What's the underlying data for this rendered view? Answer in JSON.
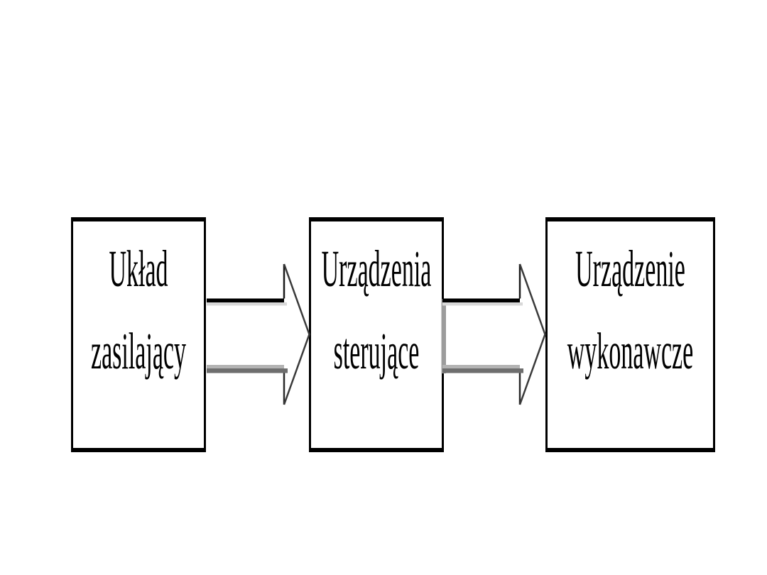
{
  "diagram": {
    "type": "block-flow-diagram",
    "language": "pl",
    "blocks": [
      {
        "id": "power-supply",
        "label_line1": "Układ",
        "label_line2": "zasilający"
      },
      {
        "id": "control-devices",
        "label_line1": "Urządzenia",
        "label_line2": "sterujące"
      },
      {
        "id": "actuator",
        "label_line1": "Urządzenie",
        "label_line2": "wykonawcze"
      }
    ],
    "arrows": [
      {
        "id": "arrow-power-to-control",
        "from": "power-supply",
        "to": "control-devices",
        "direction": "right"
      },
      {
        "id": "arrow-control-to-actuator",
        "from": "control-devices",
        "to": "actuator",
        "direction": "right"
      }
    ],
    "colors": {
      "background": "#ffffff",
      "box_border": "#000000",
      "text": "#000000",
      "arrow_top_edge": "#000000",
      "arrow_top_shadow": "#d8d8d8",
      "arrow_left_shadow": "#9c9c9c",
      "arrow_bottom_light": "#b3b3b3",
      "arrow_bottom_dark": "#6e6e6e",
      "arrow_head_outline": "#3a3a3a"
    }
  }
}
